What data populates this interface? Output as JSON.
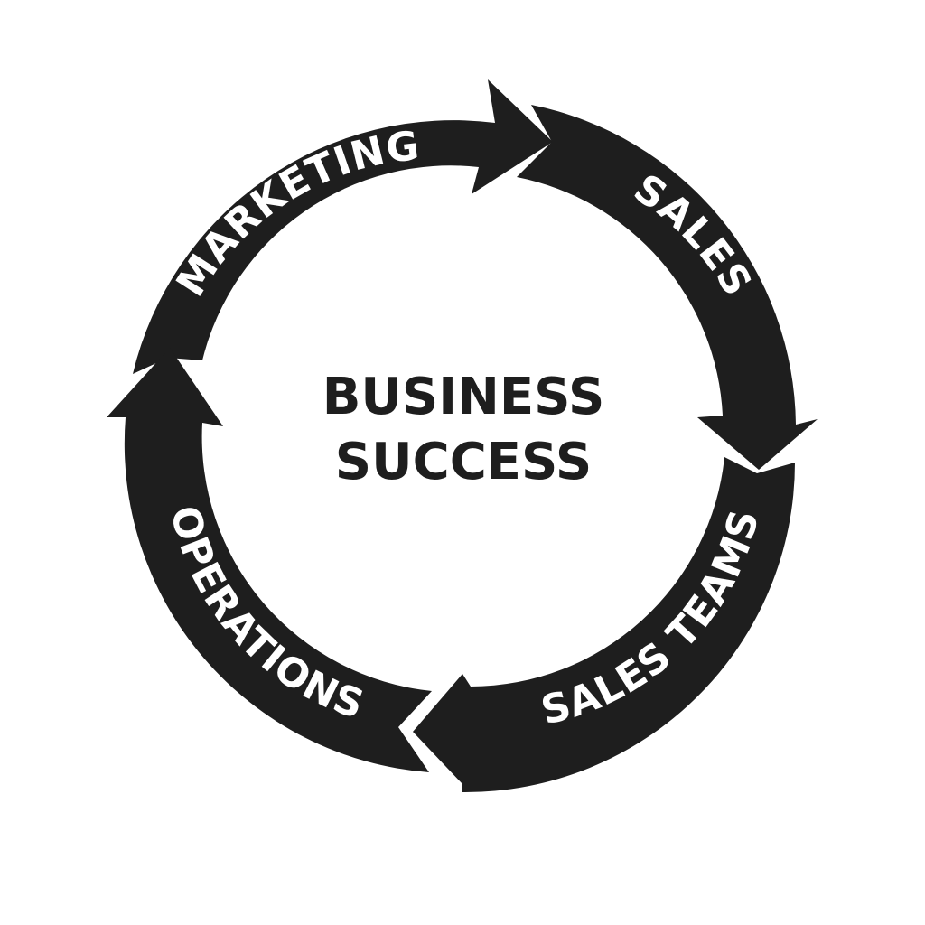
{
  "colors": {
    "ring": "#1e1e1e",
    "label_text": "#ffffff",
    "center_text": "#1e1e1e",
    "background": "#ffffff"
  },
  "center": {
    "line1": "BUSINESS",
    "line2": "SUCCESS"
  },
  "stages": [
    {
      "label": "MARKETING"
    },
    {
      "label": "SALES"
    },
    {
      "label": "SALES TEAMS"
    },
    {
      "label": "OPERATIONS"
    }
  ]
}
